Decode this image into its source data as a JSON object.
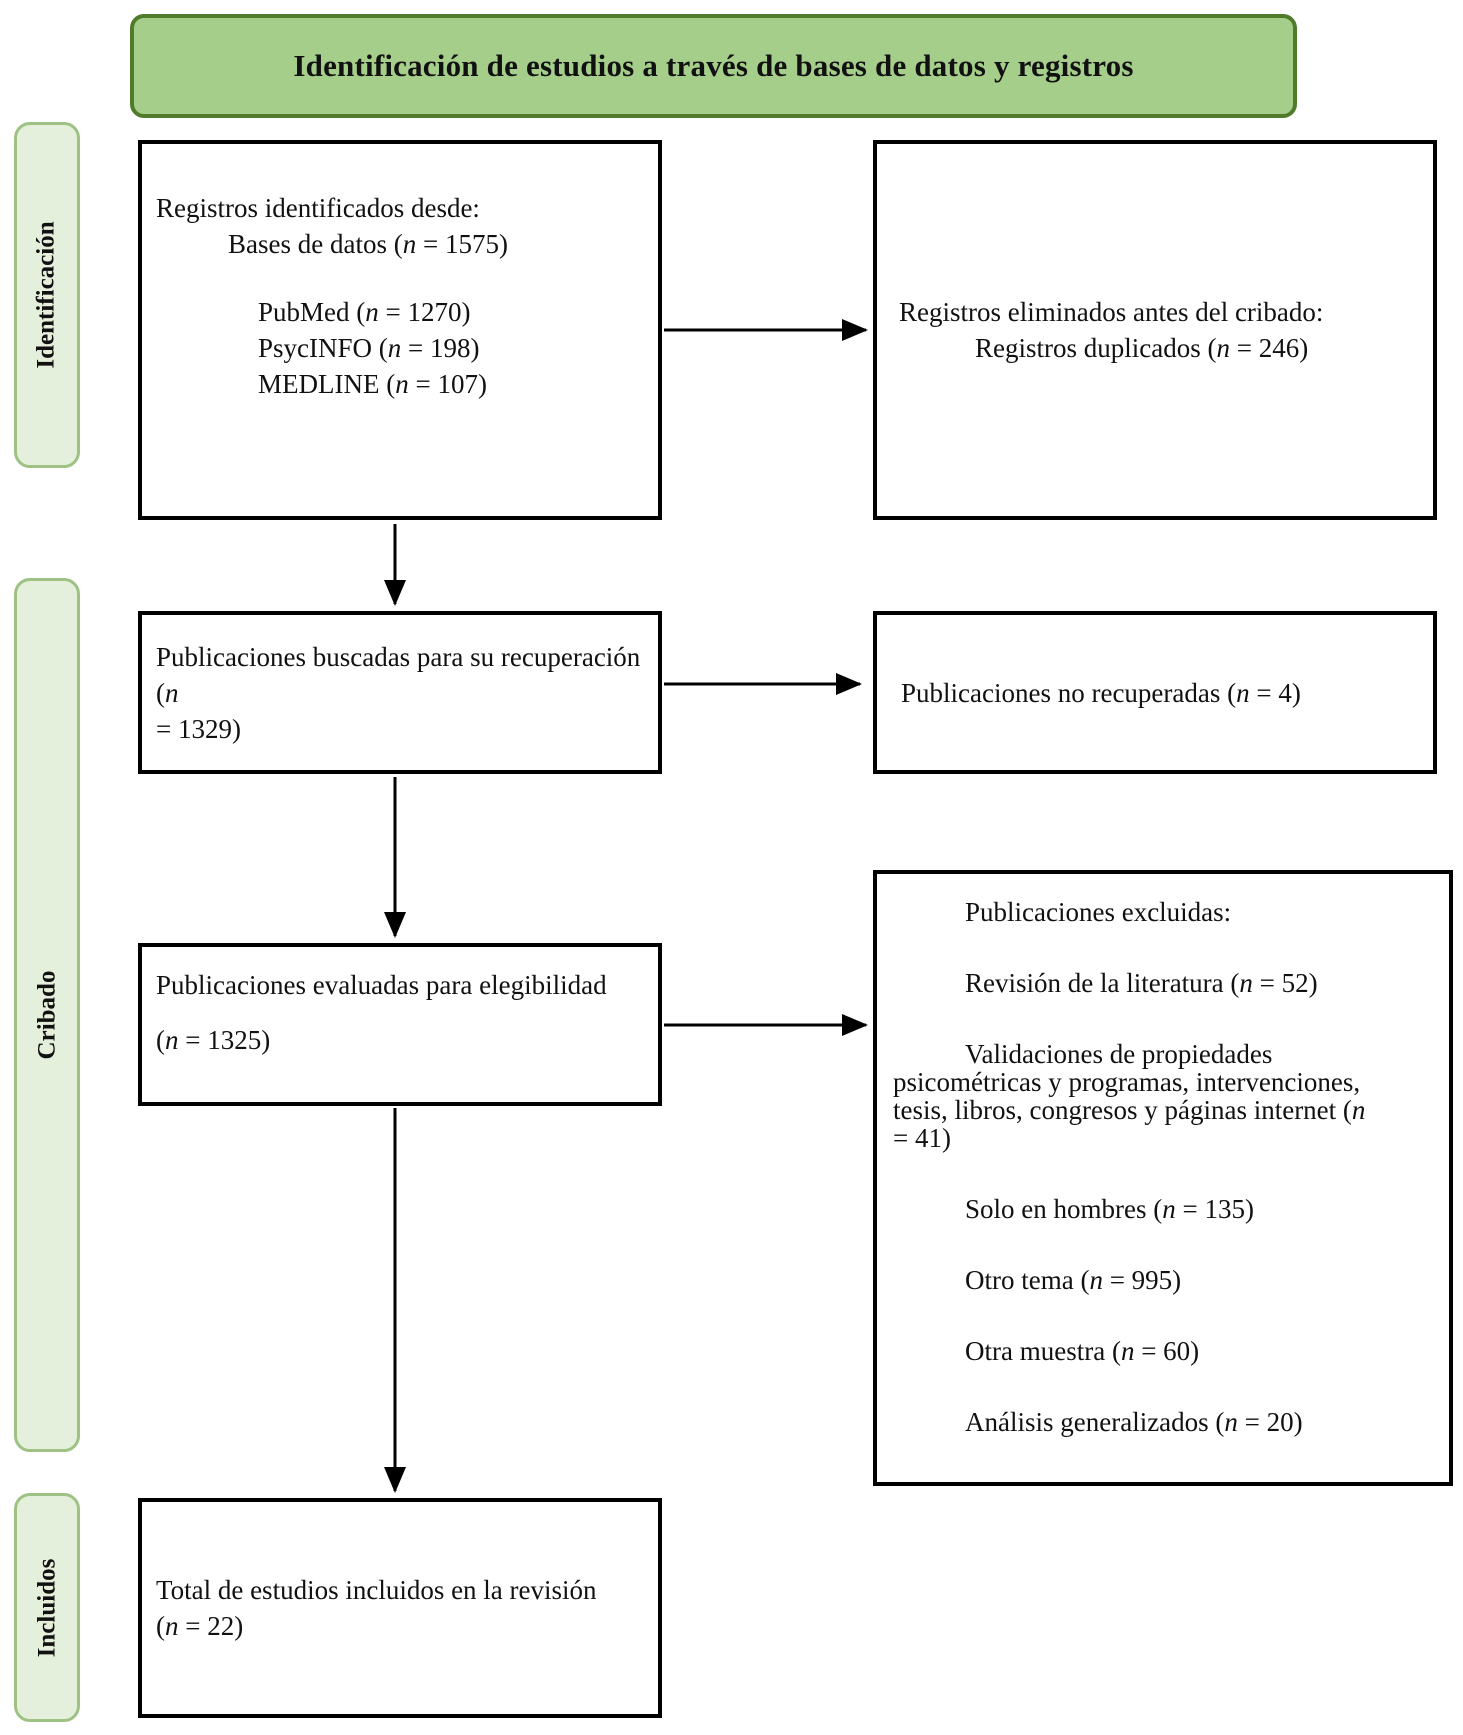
{
  "header": {
    "title": "Identificación de estudios a través de bases de datos y registros"
  },
  "sidebar": {
    "identification": "Identificación",
    "screening": "Cribado",
    "included": "Incluidos"
  },
  "boxes": {
    "records_identified": {
      "lines": [
        {
          "indent": 0,
          "parts": [
            {
              "text": "Registros identificados desde:"
            }
          ]
        },
        {
          "indent": 1,
          "parts": [
            {
              "text": "Bases de datos ("
            },
            {
              "text": "n",
              "italic": true
            },
            {
              "text": " = 1575)"
            }
          ]
        },
        {
          "blank": true,
          "parts": []
        },
        {
          "indent": 2,
          "parts": [
            {
              "text": "PubMed ("
            },
            {
              "text": "n",
              "italic": true
            },
            {
              "text": " = 1270)"
            }
          ]
        },
        {
          "indent": 2,
          "parts": [
            {
              "text": "PsycINFO ("
            },
            {
              "text": "n",
              "italic": true
            },
            {
              "text": " = 198)"
            }
          ]
        },
        {
          "indent": 2,
          "parts": [
            {
              "text": "MEDLINE ("
            },
            {
              "text": "n",
              "italic": true
            },
            {
              "text": " = 107)"
            }
          ]
        }
      ]
    },
    "records_removed": {
      "lines": [
        {
          "indent": 0,
          "parts": [
            {
              "text": "Registros eliminados antes del cribado:"
            }
          ]
        },
        {
          "indent": 1,
          "parts": [
            {
              "text": "Registros duplicados ("
            },
            {
              "text": "n",
              "italic": true
            },
            {
              "text": " = 246)"
            }
          ]
        }
      ]
    },
    "reports_sought": {
      "lines": [
        {
          "indent": 0,
          "parts": [
            {
              "text": "Publicaciones buscadas para su recuperación ("
            },
            {
              "text": "n",
              "italic": true
            }
          ]
        },
        {
          "indent": 0,
          "parts": [
            {
              "text": "= 1329)"
            }
          ]
        }
      ]
    },
    "reports_not_retrieved": {
      "lines": [
        {
          "indent": 0,
          "parts": [
            {
              "text": "Publicaciones no recuperadas ("
            },
            {
              "text": "n",
              "italic": true
            },
            {
              "text": " = 4)"
            }
          ]
        }
      ]
    },
    "reports_assessed": {
      "lines": [
        {
          "indent": 0,
          "parts": [
            {
              "text": "Publicaciones evaluadas para elegibilidad"
            }
          ]
        },
        {
          "blank": true,
          "parts": []
        },
        {
          "indent": 0,
          "parts": [
            {
              "text": "("
            },
            {
              "text": "n",
              "italic": true
            },
            {
              "text": " = 1325)"
            }
          ]
        }
      ]
    },
    "reports_excluded": {
      "lines": [
        {
          "indent": 1,
          "parts": [
            {
              "text": "Publicaciones excluidas:"
            }
          ]
        },
        {
          "blank": true,
          "parts": []
        },
        {
          "indent": 1,
          "parts": [
            {
              "text": "Revisión de la literatura ("
            },
            {
              "text": "n",
              "italic": true
            },
            {
              "text": " = 52)"
            }
          ]
        },
        {
          "blank": true,
          "parts": []
        },
        {
          "indent": 1,
          "parts": [
            {
              "text": "Validaciones de propiedades"
            }
          ]
        },
        {
          "indent": 0,
          "parts": [
            {
              "text": "psicométricas y programas, intervenciones,"
            }
          ]
        },
        {
          "indent": 0,
          "parts": [
            {
              "text": "tesis, libros, congresos y páginas internet ("
            },
            {
              "text": "n",
              "italic": true
            }
          ]
        },
        {
          "indent": 0,
          "parts": [
            {
              "text": "= 41)"
            }
          ]
        },
        {
          "blank": true,
          "parts": []
        },
        {
          "indent": 1,
          "parts": [
            {
              "text": "Solo en hombres ("
            },
            {
              "text": "n",
              "italic": true
            },
            {
              "text": " = 135)"
            }
          ]
        },
        {
          "blank": true,
          "parts": []
        },
        {
          "indent": 1,
          "parts": [
            {
              "text": "Otro tema ("
            },
            {
              "text": "n",
              "italic": true
            },
            {
              "text": " = 995)"
            }
          ]
        },
        {
          "blank": true,
          "parts": []
        },
        {
          "indent": 1,
          "parts": [
            {
              "text": "Otra muestra ("
            },
            {
              "text": "n",
              "italic": true
            },
            {
              "text": " = 60)"
            }
          ]
        },
        {
          "blank": true,
          "parts": []
        },
        {
          "indent": 1,
          "parts": [
            {
              "text": "Análisis generalizados ("
            },
            {
              "text": "n",
              "italic": true
            },
            {
              "text": " = 20)"
            }
          ]
        }
      ]
    },
    "studies_included": {
      "lines": [
        {
          "indent": 0,
          "parts": [
            {
              "text": "Total de estudios incluidos en la revisión"
            }
          ]
        },
        {
          "indent": 0,
          "parts": [
            {
              "text": "("
            },
            {
              "text": "n",
              "italic": true
            },
            {
              "text": " = 22)"
            }
          ]
        }
      ]
    }
  },
  "colors": {
    "header_fill": "#a6ce8b",
    "header_border": "#4f7b2a",
    "sidebar_fill": "#e5f0dc",
    "sidebar_border": "#9dc284",
    "box_border": "#000000",
    "arrow_color": "#000000",
    "text_color": "#111111"
  }
}
